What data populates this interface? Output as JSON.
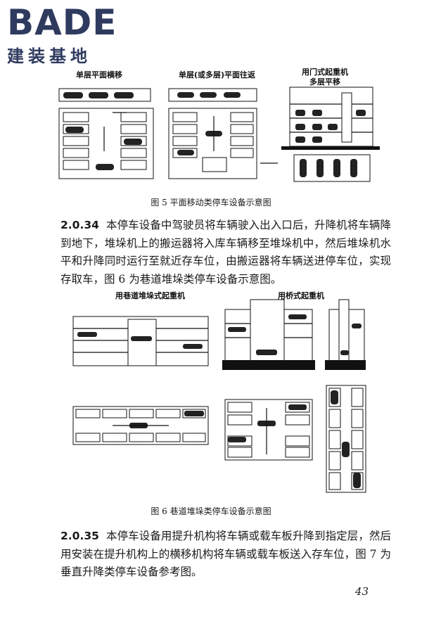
{
  "header": {
    "logo_main": "BADE",
    "logo_sub": "建装基地"
  },
  "figure5": {
    "labels": [
      "单层平面横移",
      "单层(或多层)平面往返",
      "用门式起重机",
      "多层平移"
    ],
    "caption": "图 5   平面移动类停车设备示意图"
  },
  "para1": {
    "num": "2.0.34",
    "text": "本停车设备中驾驶员将车辆驶入出入口后，升降机将车辆降到地下，堆垛机上的搬运器将入库车辆移至堆垛机中，然后堆垛机水平和升降同时运行至就近存车位，由搬运器将车辆送进停车位，实现存取车，图 6 为巷道堆垛类停车设备示意图。"
  },
  "figure6": {
    "labels": [
      "用巷道堆垛式起重机",
      "用桥式起重机"
    ],
    "caption": "图 6   巷道堆垛类停车设备示意图"
  },
  "para2": {
    "num": "2.0.35",
    "text": "本停车设备用提升机构将车辆或载车板升降到指定层，然后用安装在提升机构上的横移机构将车辆或载车板送入存车位，图 7 为垂直升降类停车设备参考图。"
  },
  "page_number": "43"
}
